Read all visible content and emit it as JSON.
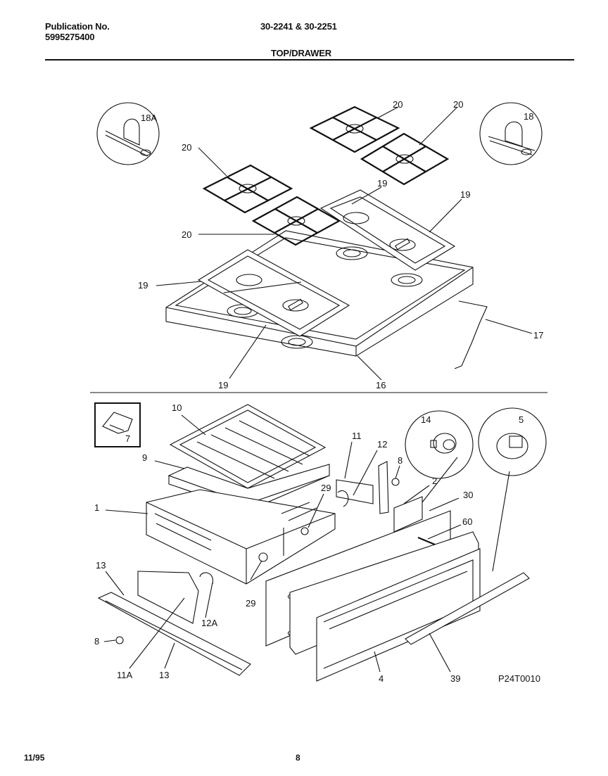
{
  "header": {
    "publication_label": "Publication No.",
    "publication_number": "5995275400",
    "models": "30-2241 & 30-2251",
    "section": "TOP/DRAWER"
  },
  "footer": {
    "date": "11/95",
    "page": "8"
  },
  "diagram_code": "P24T0010",
  "callouts": {
    "c18A": "18A",
    "c18": "18",
    "c20a": "20",
    "c20b": "20",
    "c20c": "20",
    "c20d": "20",
    "c19a": "19",
    "c19b": "19",
    "c19c": "19",
    "c19d": "19",
    "c17": "17",
    "c16": "16",
    "c10": "10",
    "c7": "7",
    "c9": "9",
    "c1": "1",
    "c11": "11",
    "c12": "12",
    "c8a": "8",
    "c14": "14",
    "c5": "5",
    "c2": "2",
    "c29a": "29",
    "c29b": "29",
    "c30": "30",
    "c60": "60",
    "c13a": "13",
    "c13b": "13",
    "c12A": "12A",
    "c8b": "8",
    "c11A": "11A",
    "c4": "4",
    "c39": "39"
  }
}
